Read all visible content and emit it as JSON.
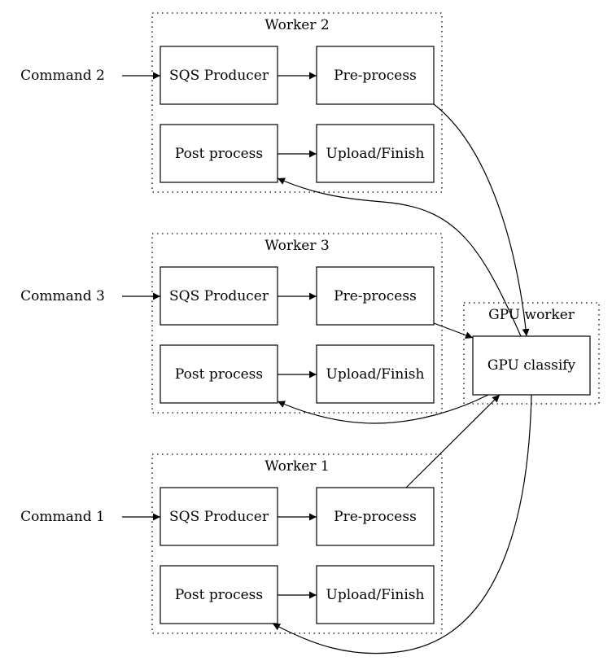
{
  "clusters": {
    "worker2": "Worker 2",
    "worker3": "Worker 3",
    "worker1": "Worker 1",
    "gpu": "GPU worker"
  },
  "commands": {
    "cmd2": "Command 2",
    "cmd3": "Command 3",
    "cmd1": "Command 1"
  },
  "nodes": {
    "sqs_producer": "SQS Producer",
    "pre_process": "Pre-process",
    "post_process": "Post process",
    "upload_finish": "Upload/Finish",
    "gpu_classify": "GPU classify"
  }
}
